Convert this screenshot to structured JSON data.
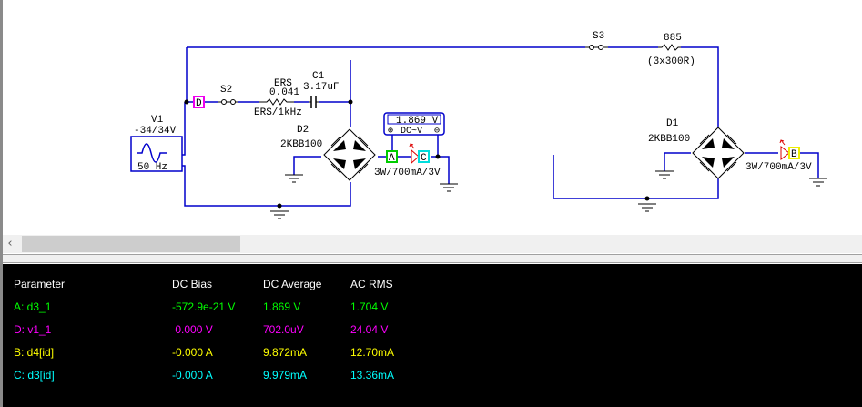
{
  "schematic": {
    "v1": {
      "name": "V1",
      "amplitude": "-34/34V",
      "frequency": "50 Hz"
    },
    "s2": {
      "name": "S2"
    },
    "s3": {
      "name": "S3"
    },
    "ers": {
      "name": "ERS",
      "value": "0.041",
      "model": "ERS/1kHz"
    },
    "c1": {
      "name": "C1",
      "value": "3.17uF"
    },
    "r885": {
      "name": "885",
      "value": "(3x300R)"
    },
    "d2": {
      "name": "D2",
      "model": "2KBB100"
    },
    "d1": {
      "name": "D1",
      "model": "2KBB100"
    },
    "led1": {
      "model": "3W/700mA/3V"
    },
    "led2": {
      "model": "3W/700mA/3V"
    },
    "meter": {
      "reading": "1.869 V",
      "mode": "DC~V",
      "plus": "⊕",
      "minus": "⊖"
    },
    "probes": {
      "A": "A",
      "B": "B",
      "C": "C",
      "D": "D"
    }
  },
  "scrollbar": {
    "left_arrow": "‹"
  },
  "probe_table": {
    "headers": [
      "Parameter",
      "DC Bias",
      "DC Average",
      "AC RMS"
    ],
    "rows": [
      {
        "param": "A: d3_1",
        "dc_bias": "-572.9e-21 V",
        "dc_avg": "1.869 V",
        "ac_rms": "1.704 V",
        "color": "#00ff00"
      },
      {
        "param": "D: v1_1",
        "dc_bias": " 0.000 V",
        "dc_avg": "702.0uV",
        "ac_rms": "24.04 V",
        "color": "#ff00ff"
      },
      {
        "param": "B: d4[id]",
        "dc_bias": "-0.000 A",
        "dc_avg": "9.872mA",
        "ac_rms": "12.70mA",
        "color": "#ffff00"
      },
      {
        "param": "C: d3[id]",
        "dc_bias": "-0.000 A",
        "dc_avg": "9.979mA",
        "ac_rms": "13.36mA",
        "color": "#00ffff"
      }
    ]
  },
  "colors": {
    "wire": "#0000cc",
    "probe_A": "#00cc00",
    "probe_B": "#eeee00",
    "probe_C": "#00dddd",
    "probe_D": "#ee00ee",
    "led": "#dd0000"
  }
}
